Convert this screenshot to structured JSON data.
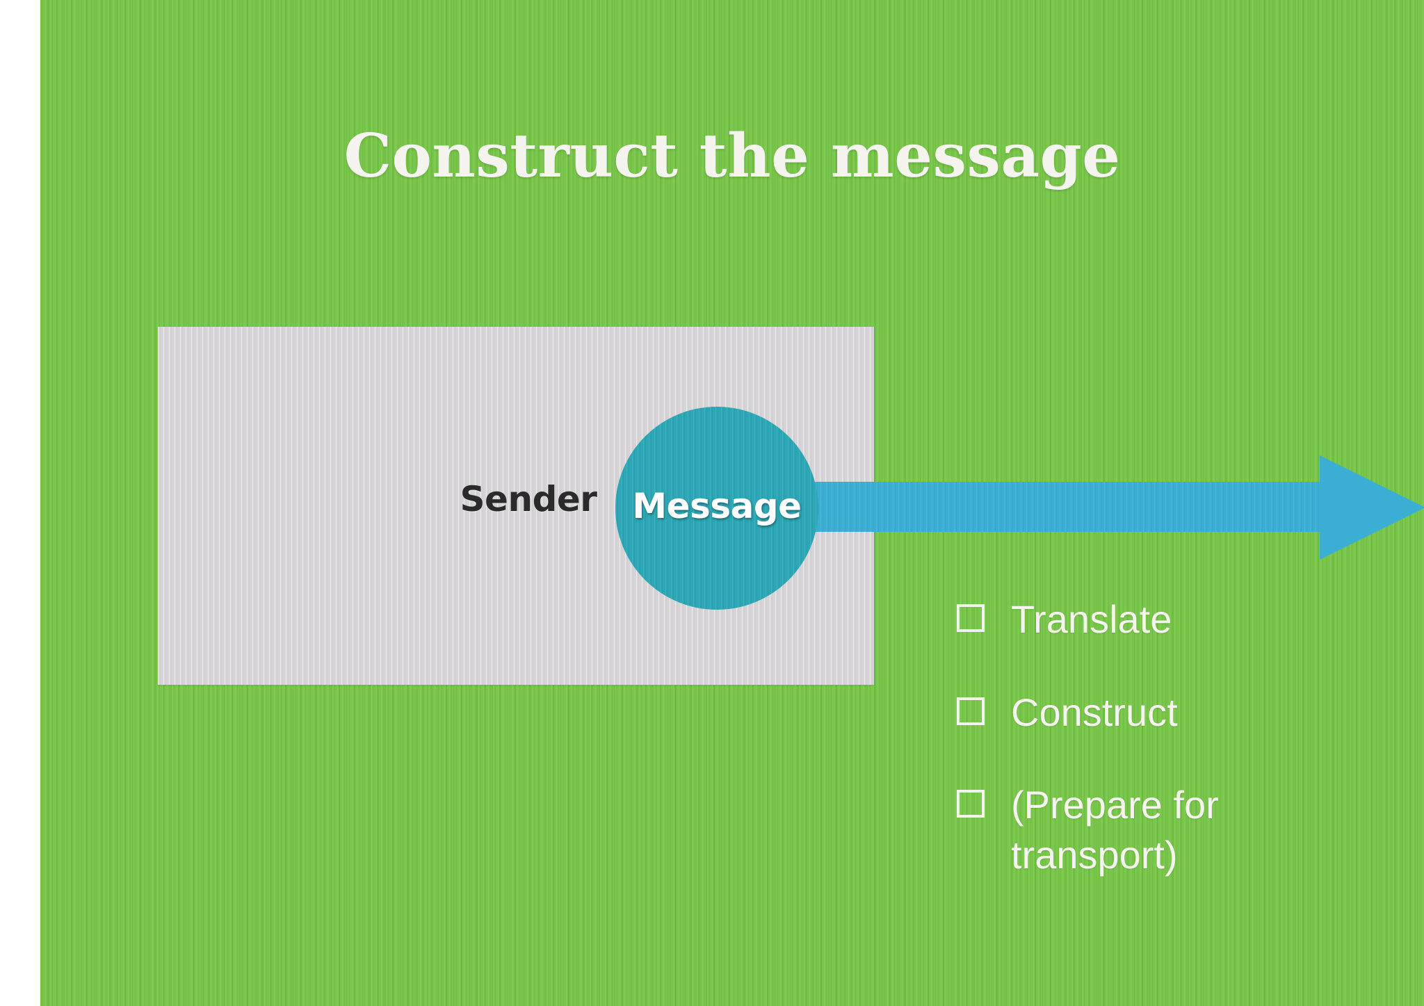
{
  "slide": {
    "title": "Construct the message",
    "background_color": "#74c544",
    "title_color": "#f4f3ee"
  },
  "diagram": {
    "sender_box": {
      "label": "Sender",
      "fill_color": "#d6d4d6",
      "label_color": "#2b2b2b"
    },
    "message_node": {
      "label": "Message",
      "fill_color": "#2ba7b6",
      "label_color": "#ffffff",
      "shape": "circle"
    },
    "arrow": {
      "color": "#3aafd3",
      "direction": "right",
      "label": ""
    }
  },
  "checklist": {
    "items": [
      {
        "label": "Translate",
        "checked": false
      },
      {
        "label": "Construct",
        "checked": false
      },
      {
        "label": "(Prepare for transport)",
        "checked": false
      }
    ],
    "text_color": "#f4f3ee",
    "box_color": "#f2f2ee"
  }
}
